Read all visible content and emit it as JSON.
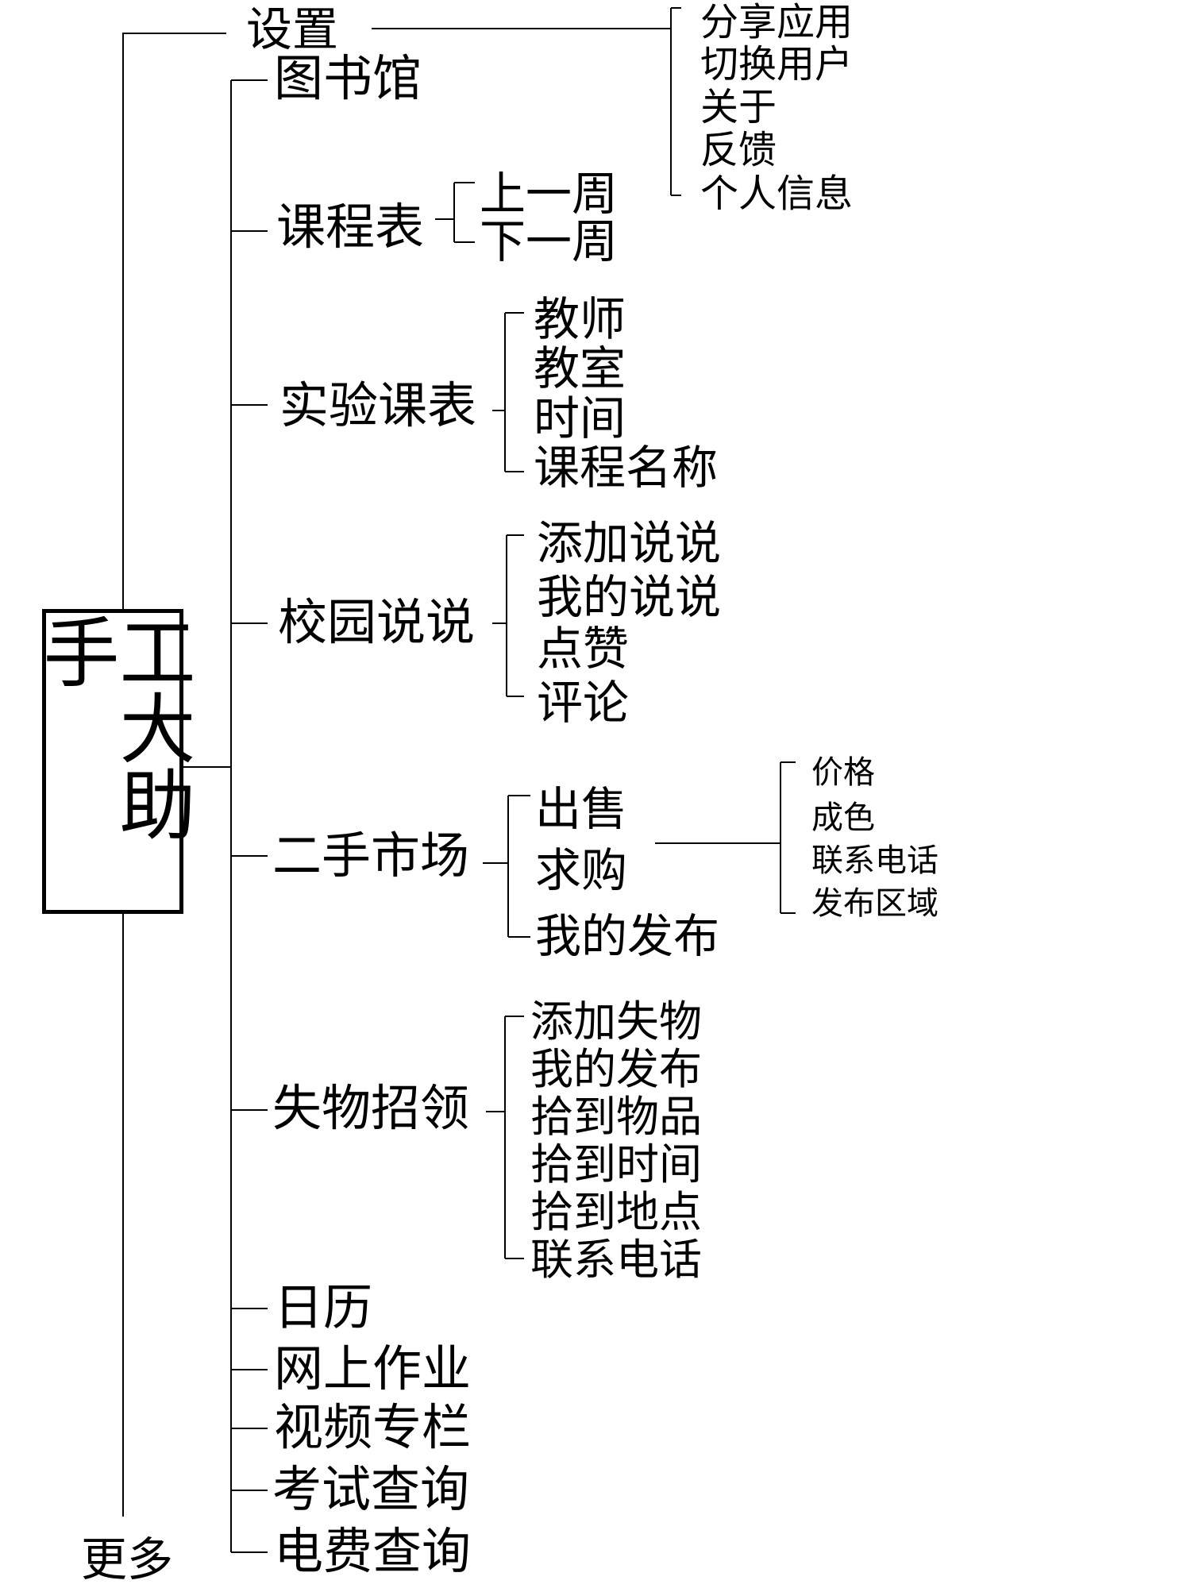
{
  "root": {
    "label": "工大助手"
  },
  "top": {
    "settings": "设置",
    "more": "更多"
  },
  "settings_items": [
    "分享应用",
    "切换用户",
    "关于",
    "反馈",
    "个人信息"
  ],
  "modules": [
    {
      "label": "图书馆"
    },
    {
      "label": "课程表",
      "children": [
        "上一周",
        "下一周"
      ]
    },
    {
      "label": "实验课表",
      "children": [
        "教师",
        "教室",
        "时间",
        "课程名称"
      ]
    },
    {
      "label": "校园说说",
      "children": [
        "添加说说",
        "我的说说",
        "点赞",
        "评论"
      ]
    },
    {
      "label": "二手市场",
      "children": [
        "出售",
        "求购",
        "我的发布"
      ]
    },
    {
      "label": "失物招领",
      "children": [
        "添加失物",
        "我的发布",
        "拾到物品",
        "拾到时间",
        "拾到地点",
        "联系电话"
      ]
    },
    {
      "label": "日历"
    },
    {
      "label": "网上作业"
    },
    {
      "label": "视频专栏"
    },
    {
      "label": "考试查询"
    },
    {
      "label": "电费查询"
    }
  ],
  "market_details": [
    "价格",
    "成色",
    "联系电话",
    "发布区域"
  ]
}
